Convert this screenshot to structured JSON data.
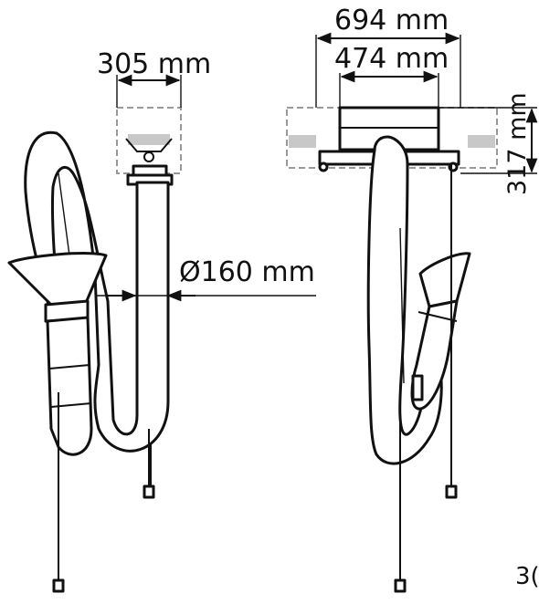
{
  "dimensions": {
    "side_width": "305 mm",
    "outer_width": "694 mm",
    "inner_width": "474 mm",
    "height": "317 mm",
    "diameter": "Ø160 mm"
  },
  "corner_text": "3("
}
